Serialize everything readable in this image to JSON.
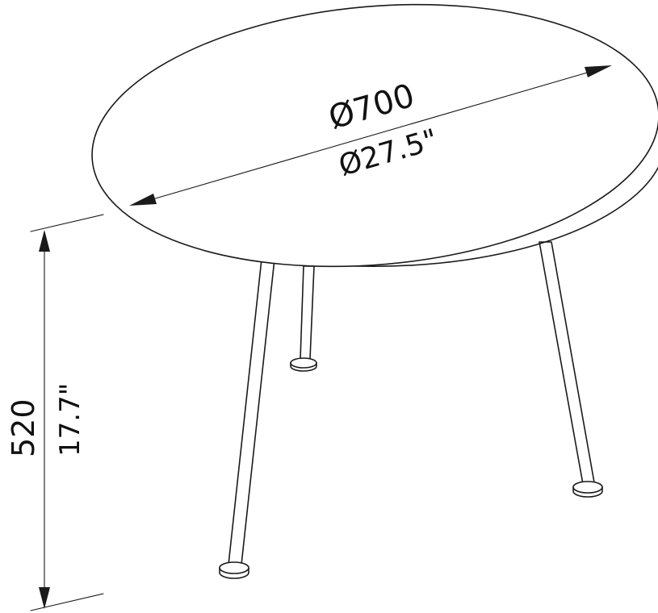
{
  "dimensions": {
    "diameter_mm": "Ø700",
    "diameter_in": "Ø27.5\"",
    "height_mm": "520",
    "height_in": "17.7\""
  },
  "colors": {
    "line": "#1a1a1a",
    "background": "#ffffff"
  }
}
